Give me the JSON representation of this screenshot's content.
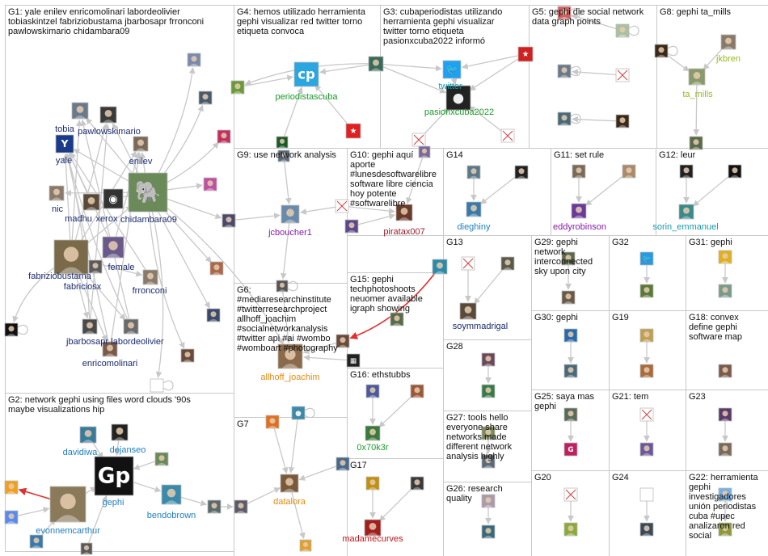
{
  "groups": [
    {
      "id": "g1",
      "label": "G1: yale enilev enricomolinari labordeolivier\ntobiaskintzel fabriziobustama jbarbosapr frronconi\npawlowskimario chidambara09"
    },
    {
      "id": "g2",
      "label": "G2: network gephi using files word clouds '90s\nmaybe visualizations hip"
    },
    {
      "id": "g3",
      "label": "G3: cubaperiodistas utilizando\nherramienta gephi visualizar\ntwitter torno etiqueta\npasionxcuba2022 informó"
    },
    {
      "id": "g4",
      "label": "G4: hemos utilizado herramienta\ngephi visualizar red twitter torno\netiqueta convoca"
    },
    {
      "id": "g5",
      "label": "G5: gephi die social network\ndata graph points"
    },
    {
      "id": "g6",
      "label": "G6:\n#mediaresearchinstitute\n#twitterresearchproject\nallhoff_joachim\n#socialnetworkanalysis\n#twitter api #ai #wombo\n#womboart #photography"
    },
    {
      "id": "g7",
      "label": "G7"
    },
    {
      "id": "g8",
      "label": "G8: gephi ta_mills"
    },
    {
      "id": "g9",
      "label": "G9: use network analysis"
    },
    {
      "id": "g10",
      "label": "G10: gephi aquí\naporte\n#lunesdesoftwarelibre\nsoftware libre ciencia\nhoy potente\n#softwarelibre"
    },
    {
      "id": "g11",
      "label": "G11: set rule"
    },
    {
      "id": "g12",
      "label": "G12: leur"
    },
    {
      "id": "g13",
      "label": "G13"
    },
    {
      "id": "g14",
      "label": "G14"
    },
    {
      "id": "g15",
      "label": "G15: gephi\ntechphotoshoots\nneuomer available\nigraph showing"
    },
    {
      "id": "g16",
      "label": "G16: ethstubbs"
    },
    {
      "id": "g17",
      "label": "G17"
    },
    {
      "id": "g18",
      "label": "G18: convex\ndefine gephi\nsoftware map"
    },
    {
      "id": "g19",
      "label": "G19"
    },
    {
      "id": "g20",
      "label": "G20"
    },
    {
      "id": "g21",
      "label": "G21: tem"
    },
    {
      "id": "g22",
      "label": "G22: herramienta\ngephi\ninvestigadores\nunión periodistas\ncuba #upec\nanalizaron red\nsocial"
    },
    {
      "id": "g23",
      "label": "G23"
    },
    {
      "id": "g24",
      "label": "G24"
    },
    {
      "id": "g25",
      "label": "G25: saya mas\ngephi"
    },
    {
      "id": "g26",
      "label": "G26: research\nquality"
    },
    {
      "id": "g27",
      "label": "G27: tools hello\neveryone share\nnetworks made\ndifferent network\nanalysis highly"
    },
    {
      "id": "g28",
      "label": "G28"
    },
    {
      "id": "g29",
      "label": "G29: gephi\nnetwork\ninterconnected\nsky upon city"
    },
    {
      "id": "g30",
      "label": "G30: gephi"
    },
    {
      "id": "g31",
      "label": "G31: gephi"
    },
    {
      "id": "g32",
      "label": "G32"
    }
  ],
  "node_labels": [
    {
      "id": "tobiaskintzel",
      "text": "tobia"
    },
    {
      "id": "pawlowskimario",
      "text": "pawlowskimario"
    },
    {
      "id": "yale",
      "text": "yale"
    },
    {
      "id": "enilev",
      "text": "enilev"
    },
    {
      "id": "nic",
      "text": "nic"
    },
    {
      "id": "madhu",
      "text": "madhu"
    },
    {
      "id": "xerox",
      "text": "xerox"
    },
    {
      "id": "chidambara09",
      "text": "chidambara09"
    },
    {
      "id": "female",
      "text": "female"
    },
    {
      "id": "fabriziobustama",
      "text": "fabriziobustama"
    },
    {
      "id": "fabriciosx",
      "text": "fabriciosx"
    },
    {
      "id": "frronconi",
      "text": "frronconi"
    },
    {
      "id": "jbarbosapr",
      "text": "jbarbosapr"
    },
    {
      "id": "labordeolivier",
      "text": "labordeolivier"
    },
    {
      "id": "enricomolinari",
      "text": "enricomolinari"
    },
    {
      "id": "periodistascuba",
      "text": "periodistascuba"
    },
    {
      "id": "twitter",
      "text": "twitter"
    },
    {
      "id": "pasionxcuba2022",
      "text": "pasionxcuba2022"
    },
    {
      "id": "jkbren",
      "text": "jkbren"
    },
    {
      "id": "ta_mills",
      "text": "ta_mills"
    },
    {
      "id": "jcboucher1",
      "text": "jcboucher1"
    },
    {
      "id": "piratax007",
      "text": "piratax007"
    },
    {
      "id": "dieghiny",
      "text": "dieghiny"
    },
    {
      "id": "eddyrobinson",
      "text": "eddyrobinson"
    },
    {
      "id": "sorin_emmanuel",
      "text": "sorin_emmanuel"
    },
    {
      "id": "soymmadrigal",
      "text": "soymmadrigal"
    },
    {
      "id": "allhoff_joachim",
      "text": "allhoff_joachim"
    },
    {
      "id": "0x70k3r",
      "text": "0x70k3r"
    },
    {
      "id": "davidiwa",
      "text": "davidiwa"
    },
    {
      "id": "dejanseo",
      "text": "dejanseo"
    },
    {
      "id": "gephi",
      "text": "gephi"
    },
    {
      "id": "bendobrown",
      "text": "bendobrown"
    },
    {
      "id": "evonnemcarthur",
      "text": "evonnemcarthur"
    },
    {
      "id": "datalora",
      "text": "datalora"
    },
    {
      "id": "madamecurves",
      "text": "madamecurves"
    }
  ],
  "colors": {
    "box_border": "#c8c8c8",
    "edge": "#c8c8c8",
    "edge_highlight": "#e03030",
    "label_navy": "#1a2a6c",
    "label_blue": "#1f7fbf",
    "label_green": "#1a9a2a",
    "label_lime": "#9ab820",
    "label_purple": "#8a1aa8",
    "label_orange": "#e08a10",
    "label_red": "#c01818",
    "label_teal": "#1a9aa8",
    "label_darkred": "#9a1a2a"
  }
}
